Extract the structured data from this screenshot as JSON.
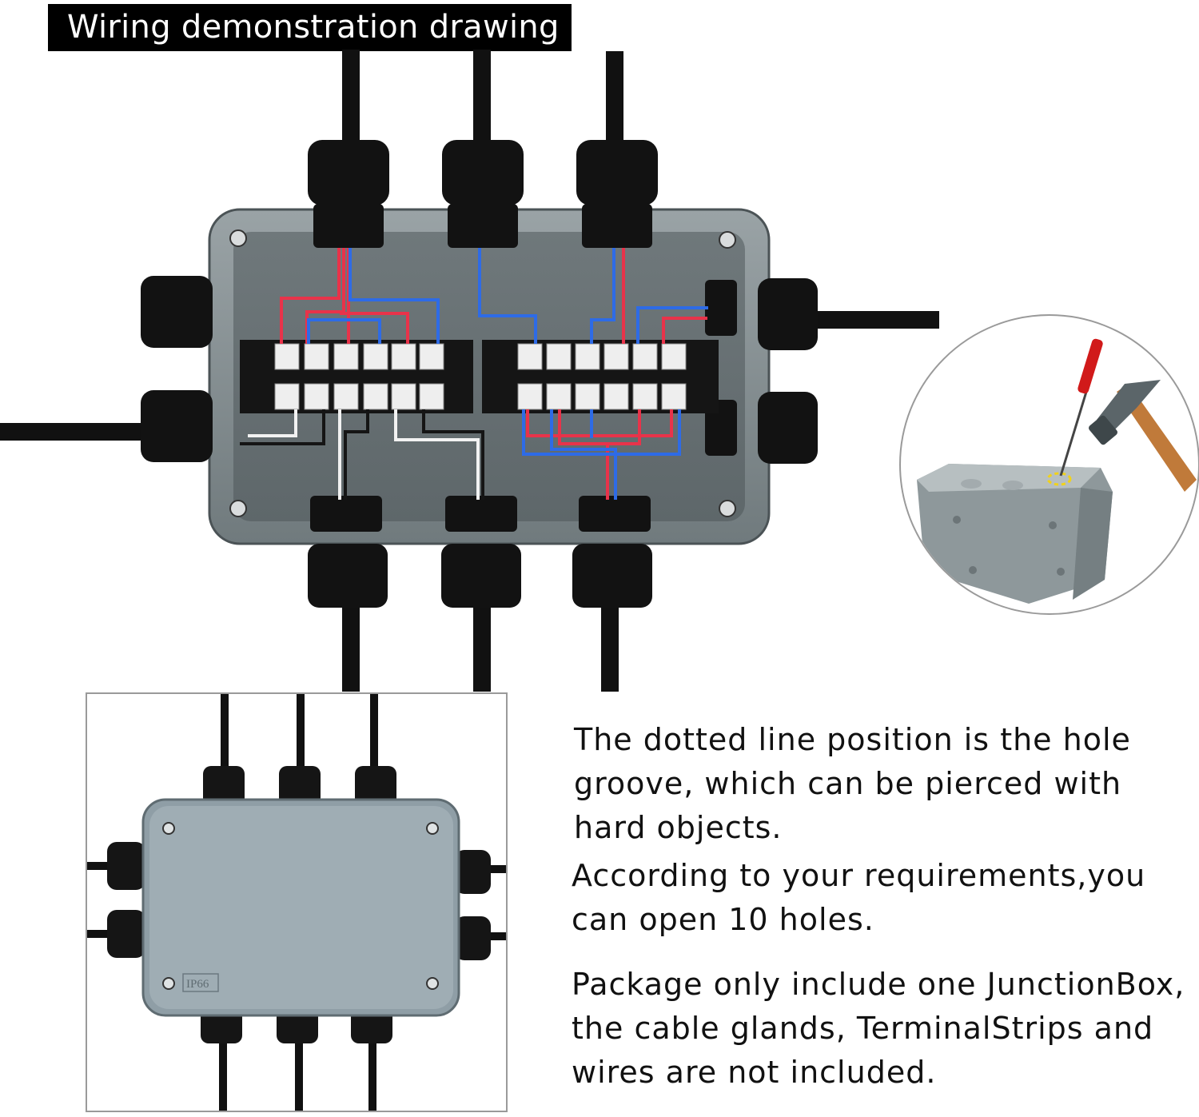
{
  "title": "Wiring demonstration drawing",
  "inset_label": "IP66",
  "description": {
    "line1": "The dotted line position is the hole",
    "line2": "groove, which can be pierced with",
    "line3": "hard objects.",
    "line4": "According to your requirements,you",
    "line5": "can open 10 holes.",
    "line6": "Package only include one JunctionBox,",
    "line7": "the cable glands, TerminalStrips and",
    "line8": "wires are not included."
  },
  "colors": {
    "box_gray": "#7f8a8d",
    "box_rim": "#b9c2c4",
    "gland_black": "#121212",
    "wire_red": "#e8334a",
    "wire_blue": "#2e6be6",
    "wire_white": "#f2f2f2",
    "hammer_handle": "#c07a3a",
    "screwdriver_red": "#d11a1a"
  },
  "icons": [
    "junction-box-illustration",
    "cable-gland-icon",
    "terminal-strip-icon",
    "hammer-icon",
    "screwdriver-icon"
  ]
}
